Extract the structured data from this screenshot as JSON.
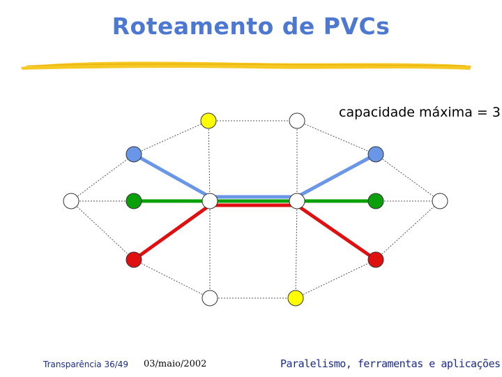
{
  "slide": {
    "title": "Roteamento de PVCs",
    "caption": "capacidade máxima = 3",
    "footer_left": "Transparência 36/49",
    "footer_date": "03/maio/2002",
    "footer_right": "Paralelismo, ferramentas e aplicações"
  },
  "colors": {
    "title": "#4d78d2",
    "underline": "#f5c518",
    "blue": "#6a96e8",
    "green": "#0aa00a",
    "red": "#e01010",
    "yellow": "#ffff00",
    "white": "#ffffff",
    "edge": "#555555"
  },
  "graph": {
    "nodes": [
      {
        "id": "L",
        "color": "white"
      },
      {
        "id": "LB",
        "color": "blue"
      },
      {
        "id": "LG",
        "color": "green"
      },
      {
        "id": "LR",
        "color": "red"
      },
      {
        "id": "CLT",
        "color": "yellow"
      },
      {
        "id": "CL",
        "color": "white"
      },
      {
        "id": "CLB",
        "color": "white"
      },
      {
        "id": "CRT",
        "color": "white"
      },
      {
        "id": "CR",
        "color": "white"
      },
      {
        "id": "CRB",
        "color": "yellow"
      },
      {
        "id": "RB",
        "color": "blue"
      },
      {
        "id": "RG",
        "color": "green"
      },
      {
        "id": "RR",
        "color": "red"
      },
      {
        "id": "R",
        "color": "white"
      }
    ],
    "edges": [
      [
        "L",
        "LB"
      ],
      [
        "L",
        "LG"
      ],
      [
        "L",
        "LR"
      ],
      [
        "LB",
        "CLT"
      ],
      [
        "LR",
        "CLB"
      ],
      [
        "CLT",
        "CL"
      ],
      [
        "CL",
        "CLB"
      ],
      [
        "CLT",
        "CRT"
      ],
      [
        "CLB",
        "CRB"
      ],
      [
        "CRT",
        "CR"
      ],
      [
        "CR",
        "CRB"
      ],
      [
        "CRT",
        "RB"
      ],
      [
        "CRB",
        "RR"
      ],
      [
        "RB",
        "R"
      ],
      [
        "RG",
        "R"
      ],
      [
        "RR",
        "R"
      ]
    ],
    "paths": [
      {
        "color": "blue",
        "route": [
          "LB",
          "CL",
          "CR",
          "RB"
        ]
      },
      {
        "color": "green",
        "route": [
          "LG",
          "CL",
          "CR",
          "RG"
        ]
      },
      {
        "color": "red",
        "route": [
          "LR",
          "CL",
          "CR",
          "RR"
        ]
      }
    ]
  }
}
